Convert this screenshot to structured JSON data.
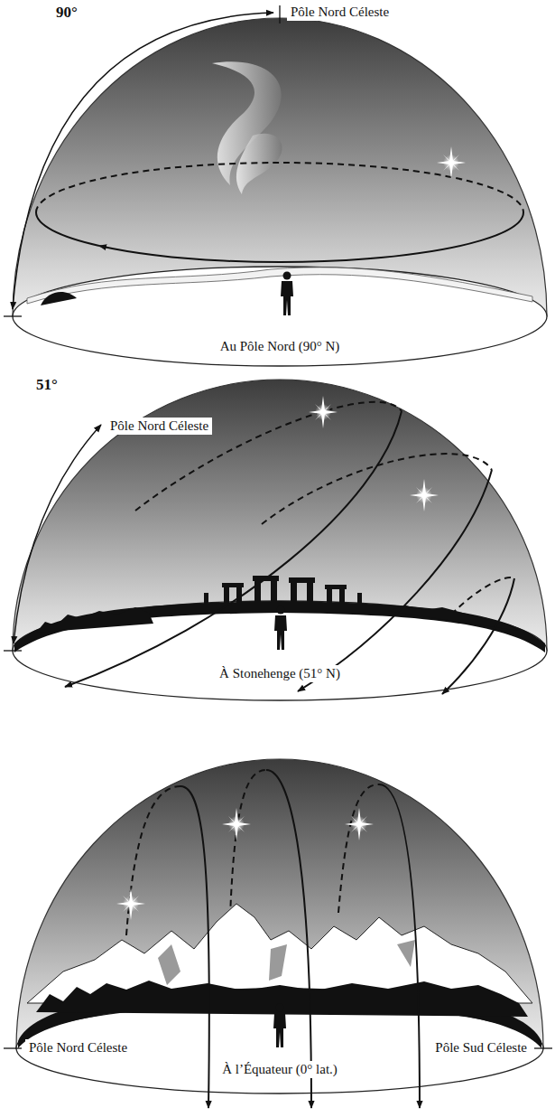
{
  "diagram": {
    "labels": [
      "90°",
      "Pôle Nord Céleste",
      "Au Pôle Nord (90° N)",
      "51°",
      "Pôle Nord Céleste",
      "À Stonehenge (51° N)",
      "Pôle Nord Céleste",
      "À l’Équateur (0° lat.)",
      "Pôle Sud Céleste"
    ]
  }
}
